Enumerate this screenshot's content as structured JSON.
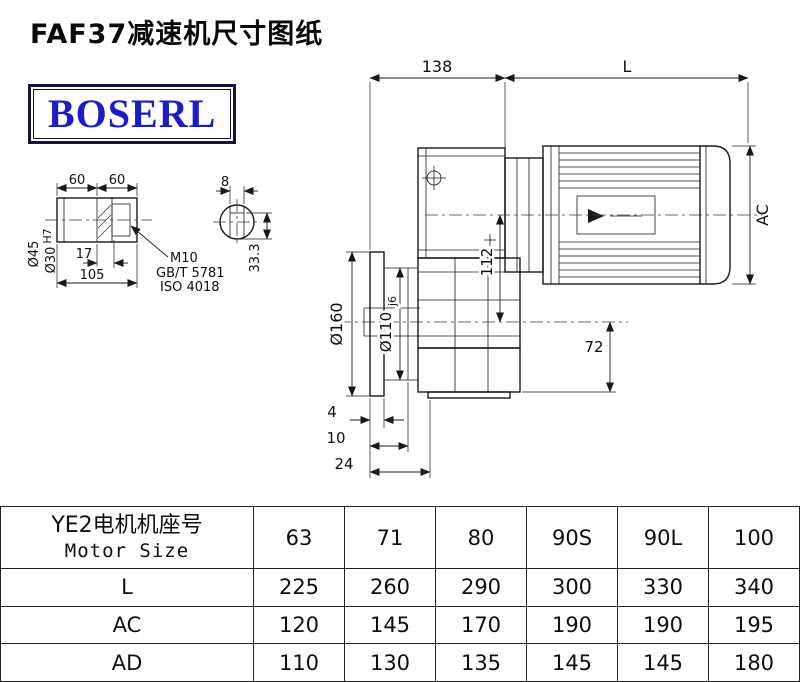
{
  "page": {
    "title": "FAF37减速机尺寸图纸",
    "logo_text": "BOSERL"
  },
  "colors": {
    "logo_text": "#1b1bc8",
    "logo_border": "#15153a",
    "drawing_line": "#1a1a1a"
  },
  "drawing": {
    "dims": {
      "top_width": "138",
      "motor_length": "L",
      "motor_height": "AC",
      "axis_offset": "112",
      "bottom_offset": "72",
      "flange_dia": "Ø160",
      "spigot_dia": "Ø110",
      "spigot_fit": "j6",
      "face_4": "4",
      "face_10": "10",
      "face_24": "24",
      "shaft_60a": "60",
      "shaft_60b": "60",
      "key_width": "8",
      "shaft_17": "17",
      "shaft_105": "105",
      "shaft_dia45": "Ø45",
      "bore_dia30": "Ø30",
      "bore_fit": "H7",
      "thread": "M10",
      "thread_std1": "GB/T 5781",
      "thread_std2": "ISO 4018",
      "key_depth": "33.3"
    }
  },
  "table": {
    "header": {
      "line1": "YE2电机机座号",
      "line2": "Motor Size"
    },
    "sizes": [
      "63",
      "71",
      "80",
      "90S",
      "90L",
      "100"
    ],
    "rows": [
      {
        "label": "L",
        "values": [
          "225",
          "260",
          "290",
          "300",
          "330",
          "340"
        ]
      },
      {
        "label": "AC",
        "values": [
          "120",
          "145",
          "170",
          "190",
          "190",
          "195"
        ]
      },
      {
        "label": "AD",
        "values": [
          "110",
          "130",
          "135",
          "145",
          "145",
          "180"
        ]
      }
    ]
  }
}
